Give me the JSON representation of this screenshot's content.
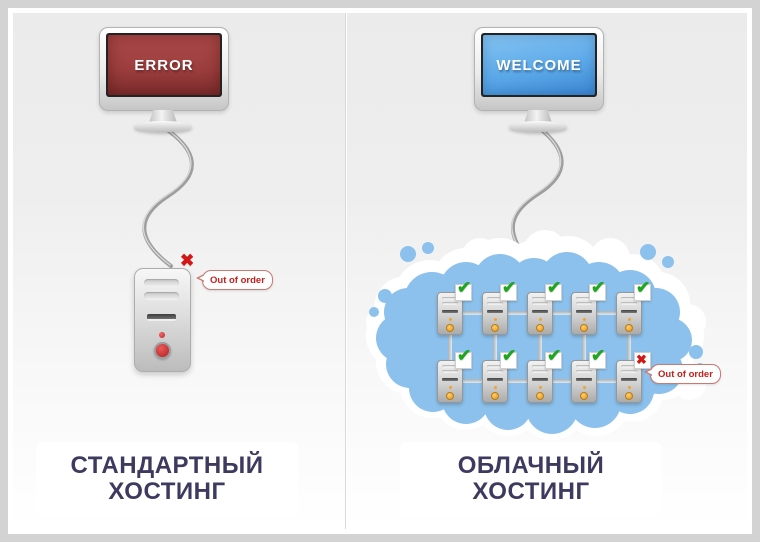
{
  "left": {
    "screen_text": "ERROR",
    "bubble_text": "Out of order",
    "label_line1": "СТАНДАРТНЫЙ",
    "label_line2": "ХОСТИНГ"
  },
  "right": {
    "screen_text": "WELCOME",
    "bubble_text": "Out of order",
    "label_line1": "ОБЛАЧНЫЙ",
    "label_line2": "ХОСТИНГ"
  },
  "cloud": {
    "servers": [
      {
        "status": "ok"
      },
      {
        "status": "ok"
      },
      {
        "status": "ok"
      },
      {
        "status": "ok"
      },
      {
        "status": "ok"
      },
      {
        "status": "ok"
      },
      {
        "status": "ok"
      },
      {
        "status": "ok"
      },
      {
        "status": "ok"
      },
      {
        "status": "fail"
      }
    ]
  },
  "icons": {
    "check": "✔",
    "cross": "✖"
  },
  "colors": {
    "error_screen": "#9d3e3e",
    "welcome_screen": "#4a98e0",
    "label_text": "#3e3a5f",
    "check_green": "#1fa51f",
    "fail_red": "#d31616",
    "bubble_text": "#c5201c",
    "cloud_blue": "#8bc1ec",
    "frame_border": "#d3d3d3"
  }
}
